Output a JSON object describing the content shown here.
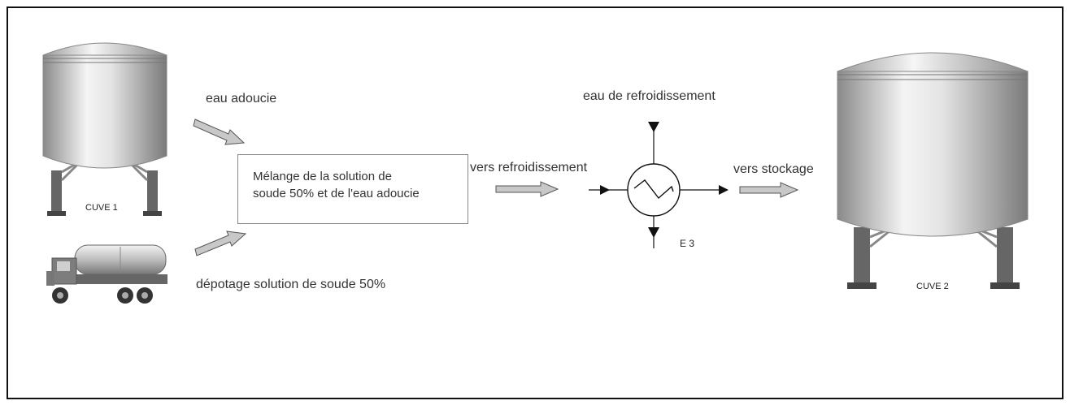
{
  "labels": {
    "eau_adoucie": "eau adoucie",
    "depotage": "dépotage solution de soude 50%",
    "mix_line1": "Mélange de la solution de",
    "mix_line2": "soude 50% et de l'eau adoucie",
    "vers_refroidissement": "vers refroidissement",
    "eau_refroidissement": "eau de refroidissement",
    "vers_stockage": "vers stockage",
    "exchanger": "E 3",
    "cuve1": "CUVE 1",
    "cuve2": "CUVE 2"
  },
  "colors": {
    "arrow_fill": "#c8c8c8",
    "arrow_stroke": "#555555",
    "tank_light": "#f2f2f2",
    "tank_dark": "#7a7a7a",
    "legs": "#666666"
  }
}
